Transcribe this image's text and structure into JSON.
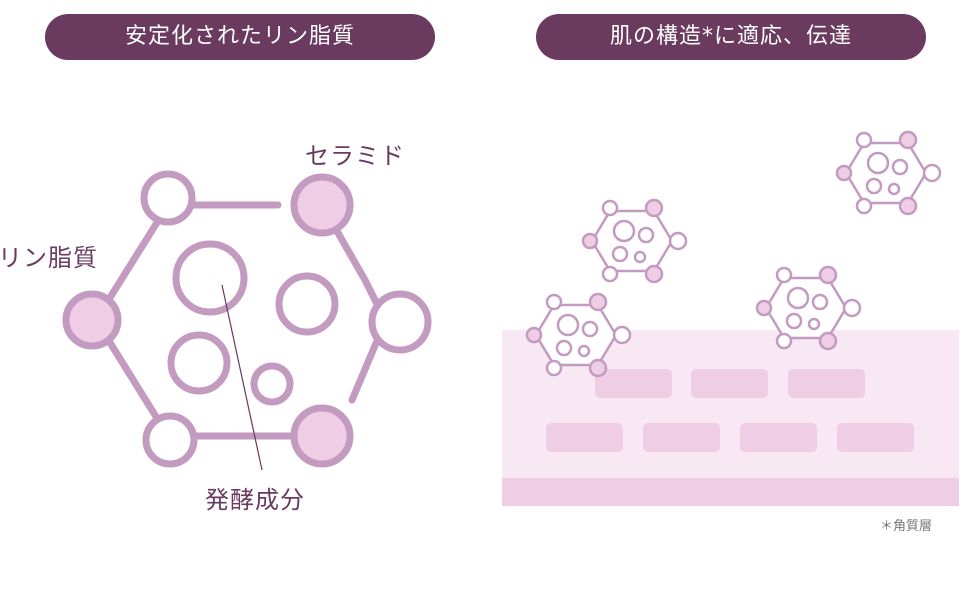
{
  "left_panel": {
    "title": "安定化されたリン脂質",
    "labels": {
      "ceramide": "セラミド",
      "phospholipid": "リン脂質",
      "fermentation": "発酵成分"
    }
  },
  "right_panel": {
    "title": "肌の構造*に適応、伝達",
    "footnote": "＊角質層"
  },
  "colors": {
    "pill_bg": "#6a3a5f",
    "line": "#c39ac0",
    "fill_light": "#efcde4",
    "layer_bg": "#f7e8f4",
    "brick": "#efcde4"
  }
}
